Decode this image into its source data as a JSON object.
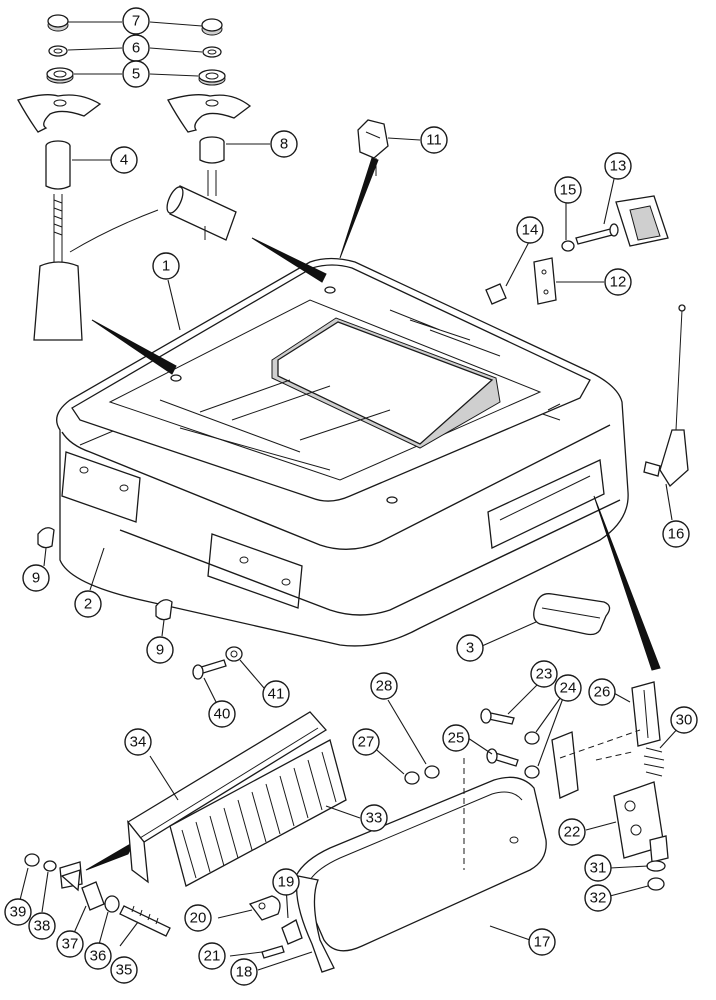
{
  "callouts": [
    {
      "id": "c1",
      "label": "1"
    },
    {
      "id": "c2",
      "label": "2"
    },
    {
      "id": "c3",
      "label": "3"
    },
    {
      "id": "c4",
      "label": "4"
    },
    {
      "id": "c5",
      "label": "5"
    },
    {
      "id": "c6",
      "label": "6"
    },
    {
      "id": "c7",
      "label": "7"
    },
    {
      "id": "c8",
      "label": "8"
    },
    {
      "id": "c9a",
      "label": "9"
    },
    {
      "id": "c9b",
      "label": "9"
    },
    {
      "id": "c11",
      "label": "11"
    },
    {
      "id": "c12",
      "label": "12"
    },
    {
      "id": "c13",
      "label": "13"
    },
    {
      "id": "c14",
      "label": "14"
    },
    {
      "id": "c15",
      "label": "15"
    },
    {
      "id": "c16",
      "label": "16"
    },
    {
      "id": "c17",
      "label": "17"
    },
    {
      "id": "c18",
      "label": "18"
    },
    {
      "id": "c19",
      "label": "19"
    },
    {
      "id": "c20",
      "label": "20"
    },
    {
      "id": "c21",
      "label": "21"
    },
    {
      "id": "c22",
      "label": "22"
    },
    {
      "id": "c23",
      "label": "23"
    },
    {
      "id": "c24",
      "label": "24"
    },
    {
      "id": "c25",
      "label": "25"
    },
    {
      "id": "c26",
      "label": "26"
    },
    {
      "id": "c27",
      "label": "27"
    },
    {
      "id": "c28",
      "label": "28"
    },
    {
      "id": "c30",
      "label": "30"
    },
    {
      "id": "c31",
      "label": "31"
    },
    {
      "id": "c32",
      "label": "32"
    },
    {
      "id": "c33",
      "label": "33"
    },
    {
      "id": "c34",
      "label": "34"
    },
    {
      "id": "c35",
      "label": "35"
    },
    {
      "id": "c36",
      "label": "36"
    },
    {
      "id": "c37",
      "label": "37"
    },
    {
      "id": "c38",
      "label": "38"
    },
    {
      "id": "c39",
      "label": "39"
    },
    {
      "id": "c40",
      "label": "40"
    },
    {
      "id": "c41",
      "label": "41"
    }
  ]
}
